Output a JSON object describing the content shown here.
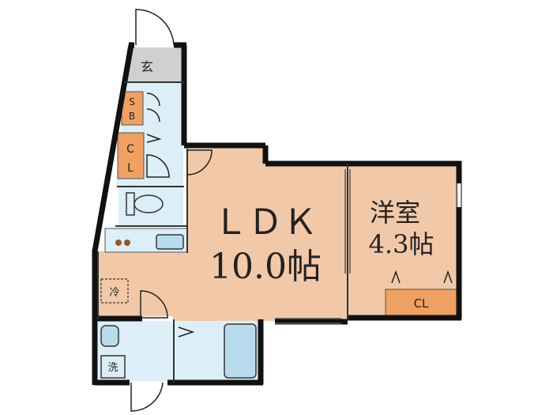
{
  "rooms": {
    "ldk": {
      "name": "ＬＤＫ",
      "size": "10.0帖"
    },
    "western": {
      "name": "洋室",
      "size": "4.3帖"
    }
  },
  "labels": {
    "entrance": "玄",
    "shoe_box": [
      "S",
      "B"
    ],
    "closet_left": [
      "C",
      "L"
    ],
    "closet_right": "CL",
    "refrigerator": "冷",
    "washer": "洗"
  },
  "colors": {
    "room_fill": "#f2c9a8",
    "wet_area_fill": "#dceef8",
    "storage_fill": "#f0a060",
    "entrance_fill": "#d0d0d0",
    "wall": "#111111"
  }
}
